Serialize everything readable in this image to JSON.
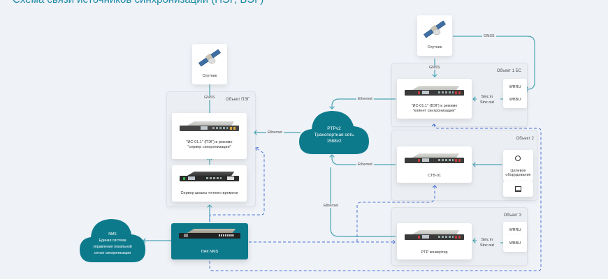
{
  "title": "Схема связи источников синхронизации (ПЭГ, ВЭГ)",
  "colors": {
    "accent": "#1b8aa6",
    "teal_line": "#4aa5b5",
    "dashed_blue": "#4a72d8",
    "cloud": "#0d7a8c",
    "background": "#eff2f7"
  },
  "satellite_left": {
    "icon": "satellite-icon",
    "label": "Спутник"
  },
  "satellite_right": {
    "icon": "satellite-icon",
    "label": "Спутник"
  },
  "object_peg": {
    "label": "Объект ПЭГ",
    "gnss": "GNSS",
    "server_card": {
      "line1": "\"ИС-01.1\" (ПЭГ) в режиме",
      "line2": "\"сервер синхронизации\""
    },
    "time_server_card": {
      "label": "Сервер шкалы точного времени"
    }
  },
  "cloud_ptp": {
    "line1": "PTPv2",
    "line2": "Транспортная сеть",
    "line3": "1588v2"
  },
  "cloud_nms": {
    "line1": "NMS",
    "line2": "Единая система",
    "line3": "управления локальной",
    "line4": "сетью синхронизации"
  },
  "pak_nms": {
    "label": "ПАК NMS"
  },
  "object_1bs": {
    "label": "Объект 1 БС",
    "gnss": "GNSS",
    "card": {
      "line1": "\"ИС-01.1\" (ВЭГ) в режиме",
      "line2": "\"клиент синхронизации\""
    },
    "sinc_in": "Sinc in",
    "sinc_out": "Sinc out",
    "wrru": "WRRU",
    "wbbu": "WBBU"
  },
  "object_2": {
    "label": "Объект 2",
    "card": {
      "label": "СТВ-01"
    },
    "target_equipment": {
      "line1": "Целевое",
      "line2": "оборудование",
      "icon": "clock-icon",
      "icon2": "laptop-icon"
    }
  },
  "object_3": {
    "label": "Объект 3",
    "card": {
      "label": "PTP конвертер"
    },
    "sinc_in": "Sinc in",
    "sinc_out": "Sinc out",
    "wrru": "WRRU",
    "wbbu": "WBBU"
  },
  "links": {
    "ethernet": "Ethernet",
    "gnss": "GNSS"
  }
}
